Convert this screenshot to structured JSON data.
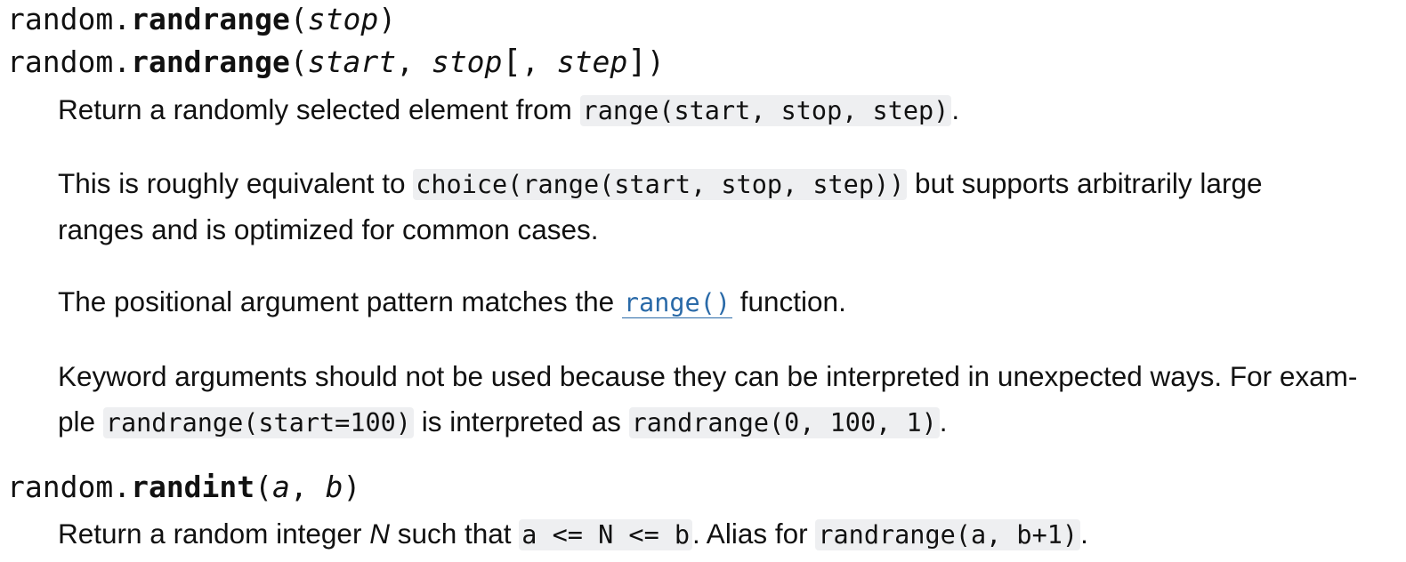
{
  "randrange_sig1": {
    "module": "random.",
    "name": "randrange",
    "open": "(",
    "arg_stop": "stop",
    "close": ")"
  },
  "randrange_sig2": {
    "module": "random.",
    "name": "randrange",
    "open": "(",
    "arg_start": "start",
    "comma1": ", ",
    "arg_stop": "stop",
    "opt_open": "[",
    "comma2": ", ",
    "arg_step": "step",
    "opt_close": "]",
    "close": ")"
  },
  "randrange_desc": {
    "p1_text": "Return a randomly selected element from ",
    "p1_code": "range(start, stop, step)",
    "p1_end": ".",
    "p2_text": "This is roughly equivalent to ",
    "p2_code": "choice(range(start, stop, step))",
    "p2_rest1": " but supports arbitrarily large",
    "p2_rest2": "ranges and is optimized for common cases.",
    "p3_text": "The positional argument pattern matches the ",
    "p3_link": "range()",
    "p3_end": " function.",
    "p4_line1": "Keyword arguments should not be used because they can be interpreted in unexpected ways. For exam-",
    "p4_pre": "ple ",
    "p4_code1": "randrange(start=100)",
    "p4_mid": " is interpreted as ",
    "p4_code2": "randrange(0, 100, 1)",
    "p4_end": "."
  },
  "randint_sig": {
    "module": "random.",
    "name": "randint",
    "open": "(",
    "arg_a": "a",
    "comma": ", ",
    "arg_b": "b",
    "close": ")"
  },
  "randint_desc": {
    "text1": "Return a random integer ",
    "var_n": "N",
    "text2": " such that ",
    "code1": "a <= N <= b",
    "text3": ". Alias for ",
    "code2": "randrange(a, b+1)",
    "end": "."
  }
}
